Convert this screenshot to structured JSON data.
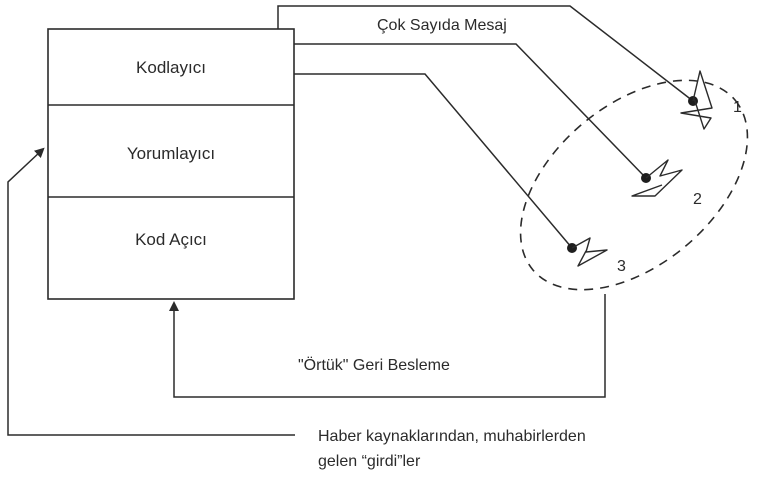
{
  "stack": {
    "layers": [
      "Kodlayıcı",
      "Yorumlayıcı",
      "Kod Açıcı"
    ]
  },
  "messages_label": "Çok Sayıda Mesaj",
  "audience": {
    "numbers": [
      "1",
      "2",
      "3"
    ]
  },
  "feedback_label": "\"Örtük\" Geri Besleme",
  "input_note": {
    "line1": "Haber kaynaklarından, muhabirlerden",
    "line2": "gelen “girdi”ler"
  }
}
